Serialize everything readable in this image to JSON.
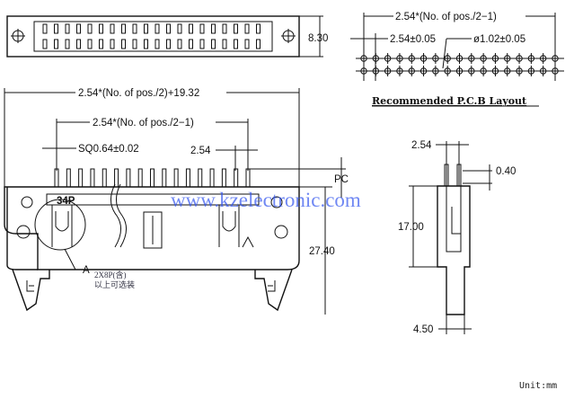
{
  "top_view": {
    "height_dim": "8.30"
  },
  "pcb_layout": {
    "span_dim": "2.54*(No. of pos./2−1)",
    "pitch_dim": "2.54±0.05",
    "hole_dim": "ø1.02±0.05",
    "title": "Recommended P.C.B Layout",
    "columns": 17
  },
  "front_view": {
    "overall_dim": "2.54*(No. of pos./2)+19.32",
    "span_dim": "2.54*(No. of pos./2−1)",
    "pin_dim": "SQ0.64±0.02",
    "pitch_dim": "2.54",
    "pc_label": "PC",
    "height_dim": "27.40",
    "pin_count_label": "34P",
    "detail_label": "A",
    "note_line1": "2X8P(含)",
    "note_line2": "以上可选装"
  },
  "side_view": {
    "pitch_dim": "2.54",
    "pin_dim": "0.40",
    "height_dim": "17.00",
    "width_dim": "4.50"
  },
  "watermark": "www.kzelectronic.com",
  "unit_label": "Unit:mm"
}
